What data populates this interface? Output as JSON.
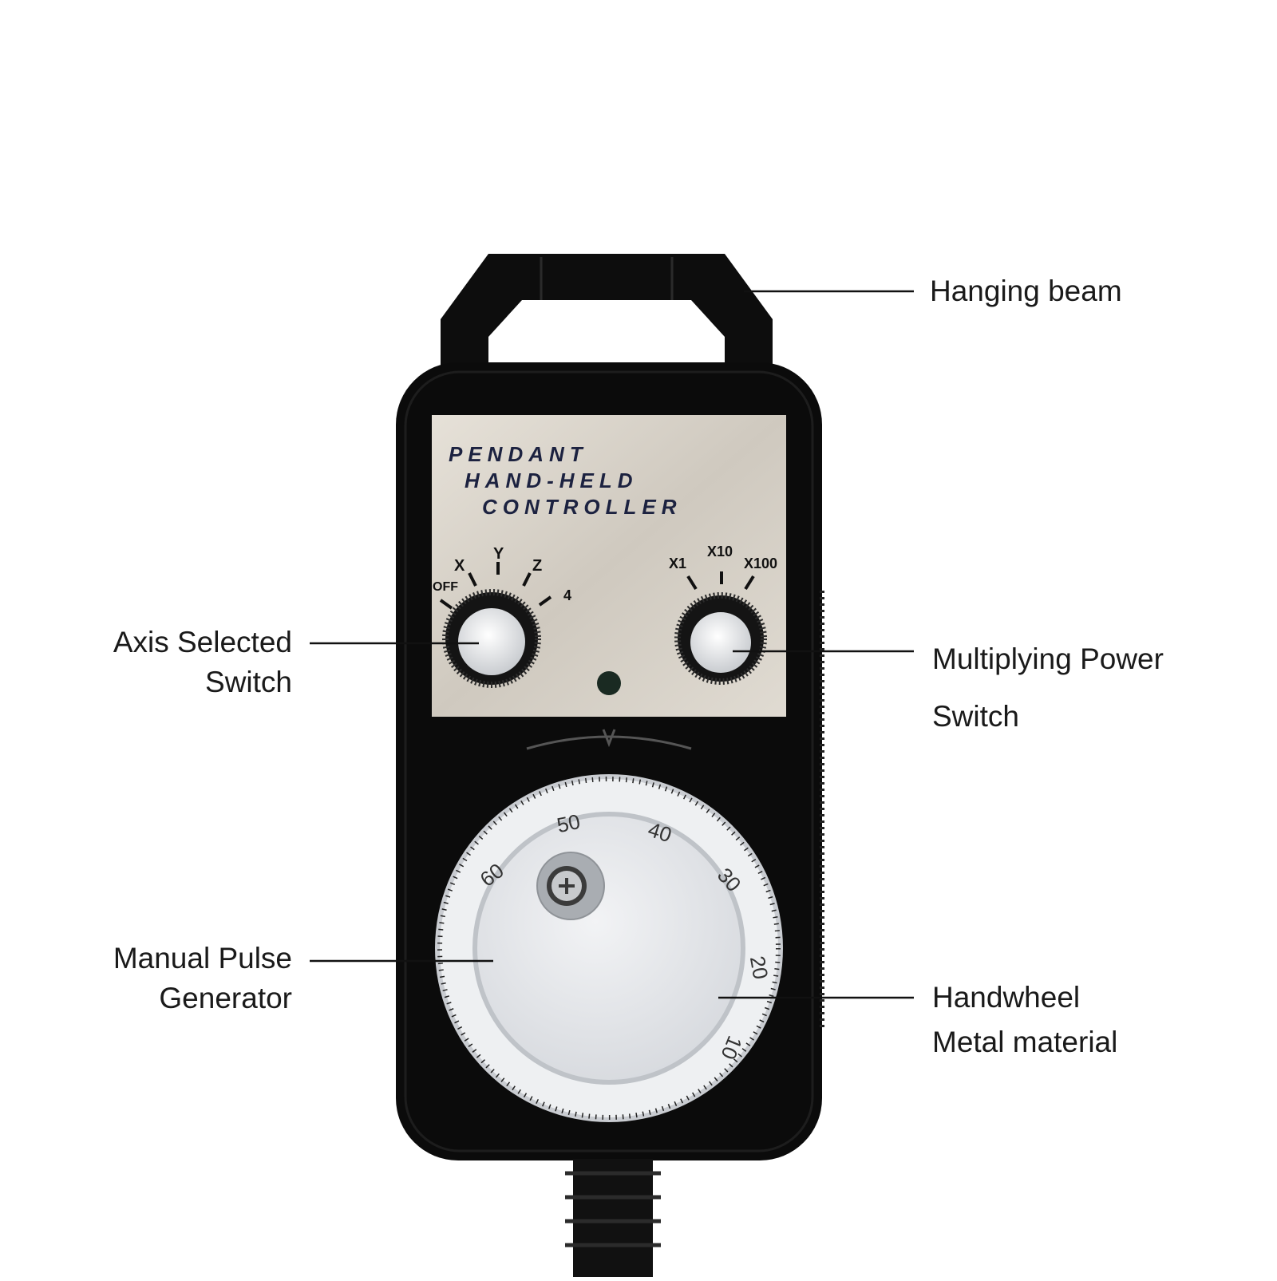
{
  "plate": {
    "line1": "PENDANT",
    "line2": "HAND-HELD",
    "line3": "CONTROLLER"
  },
  "axis_switch": {
    "positions": [
      "OFF",
      "X",
      "Y",
      "Z",
      "4"
    ]
  },
  "multiplier_switch": {
    "positions": [
      "X1",
      "X10",
      "X100"
    ]
  },
  "dial_numbers": [
    "50",
    "40",
    "60",
    "30",
    "20",
    "10"
  ],
  "callouts": {
    "hanging_beam": "Hanging beam",
    "axis_line1": "Axis Selected",
    "axis_line2": "Switch",
    "mult_line1": "Multiplying Power",
    "mult_line2": "Switch",
    "mpg_line1": "Manual Pulse",
    "mpg_line2": "Generator",
    "hw_line1": "Handwheel",
    "hw_line2": "Metal material"
  },
  "colors": {
    "body": "#0b0b0b",
    "plate": "#d8d3ca",
    "dial": "#e4e6ea",
    "plate_text": "#1c2240"
  }
}
